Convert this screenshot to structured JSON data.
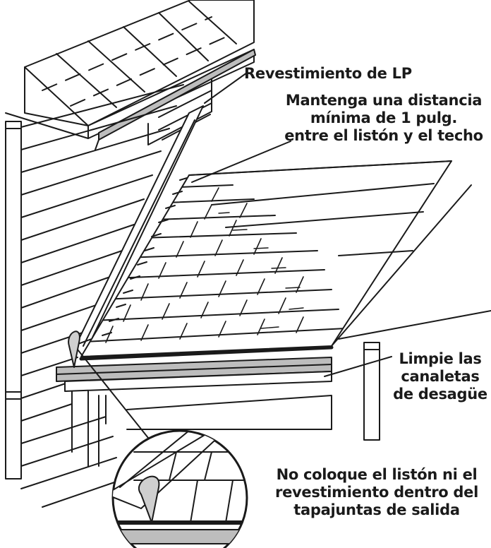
{
  "diagram": {
    "colors": {
      "line": "#1a1a1a",
      "background": "#ffffff",
      "gutter_fill": "#bdbdbd",
      "flashing_fill": "#cfcfcf"
    },
    "callouts": {
      "siding": {
        "lines": [
          "Revestimiento de LP"
        ]
      },
      "clearance": {
        "lines": [
          "Mantenga una distancia",
          "mínima de 1 pulg.",
          "entre el listón y el techo"
        ]
      },
      "gutters": {
        "lines": [
          "Limpie las",
          "canaletas",
          "de desagüe"
        ]
      },
      "kickout": {
        "lines": [
          "No coloque el listón ni el",
          "revestimiento dentro del",
          "tapajuntas de salida"
        ]
      }
    }
  }
}
